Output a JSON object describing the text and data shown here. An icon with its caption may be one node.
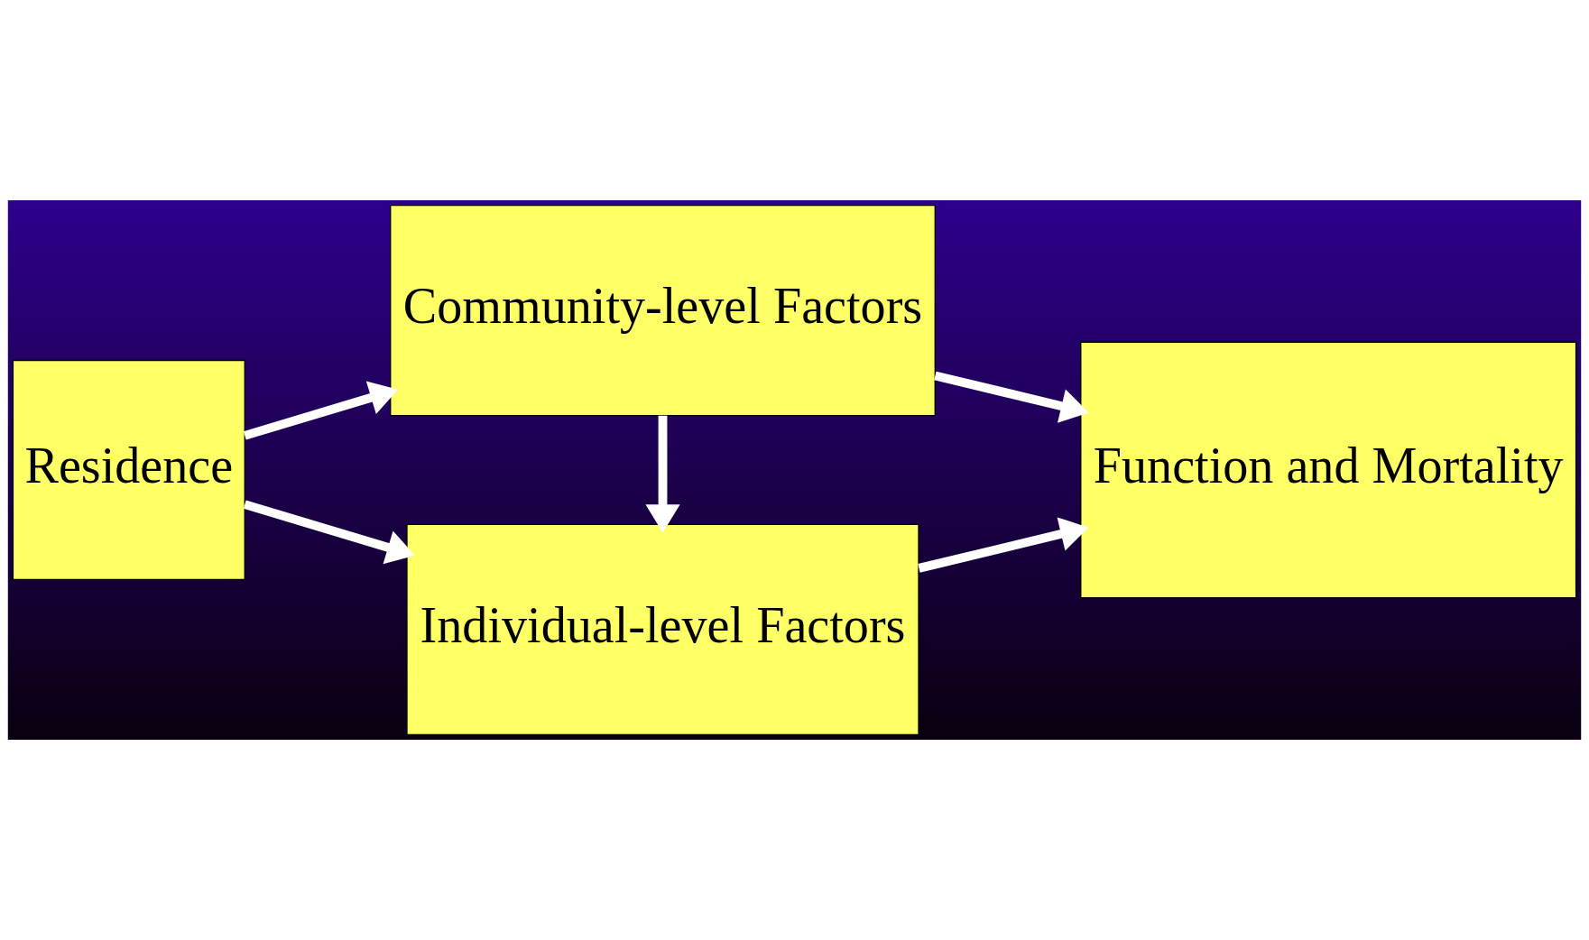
{
  "diagram": {
    "nodes": [
      {
        "text": [
          "Residence"
        ]
      },
      {
        "text": [
          "Community-level Factors"
        ]
      },
      {
        "text": [
          "Individual-level Factors"
        ]
      },
      {
        "text": [
          "Function and Mortality"
        ]
      }
    ],
    "edges": [
      {
        "from": 0,
        "to": 1,
        "arrow": "to"
      },
      {
        "from": 0,
        "to": 2,
        "arrow": "to"
      },
      {
        "from": 1,
        "to": 2,
        "arrow": "to"
      },
      {
        "from": 1,
        "to": 3,
        "arrow": "to"
      },
      {
        "from": 2,
        "to": 3,
        "arrow": "to"
      }
    ]
  }
}
